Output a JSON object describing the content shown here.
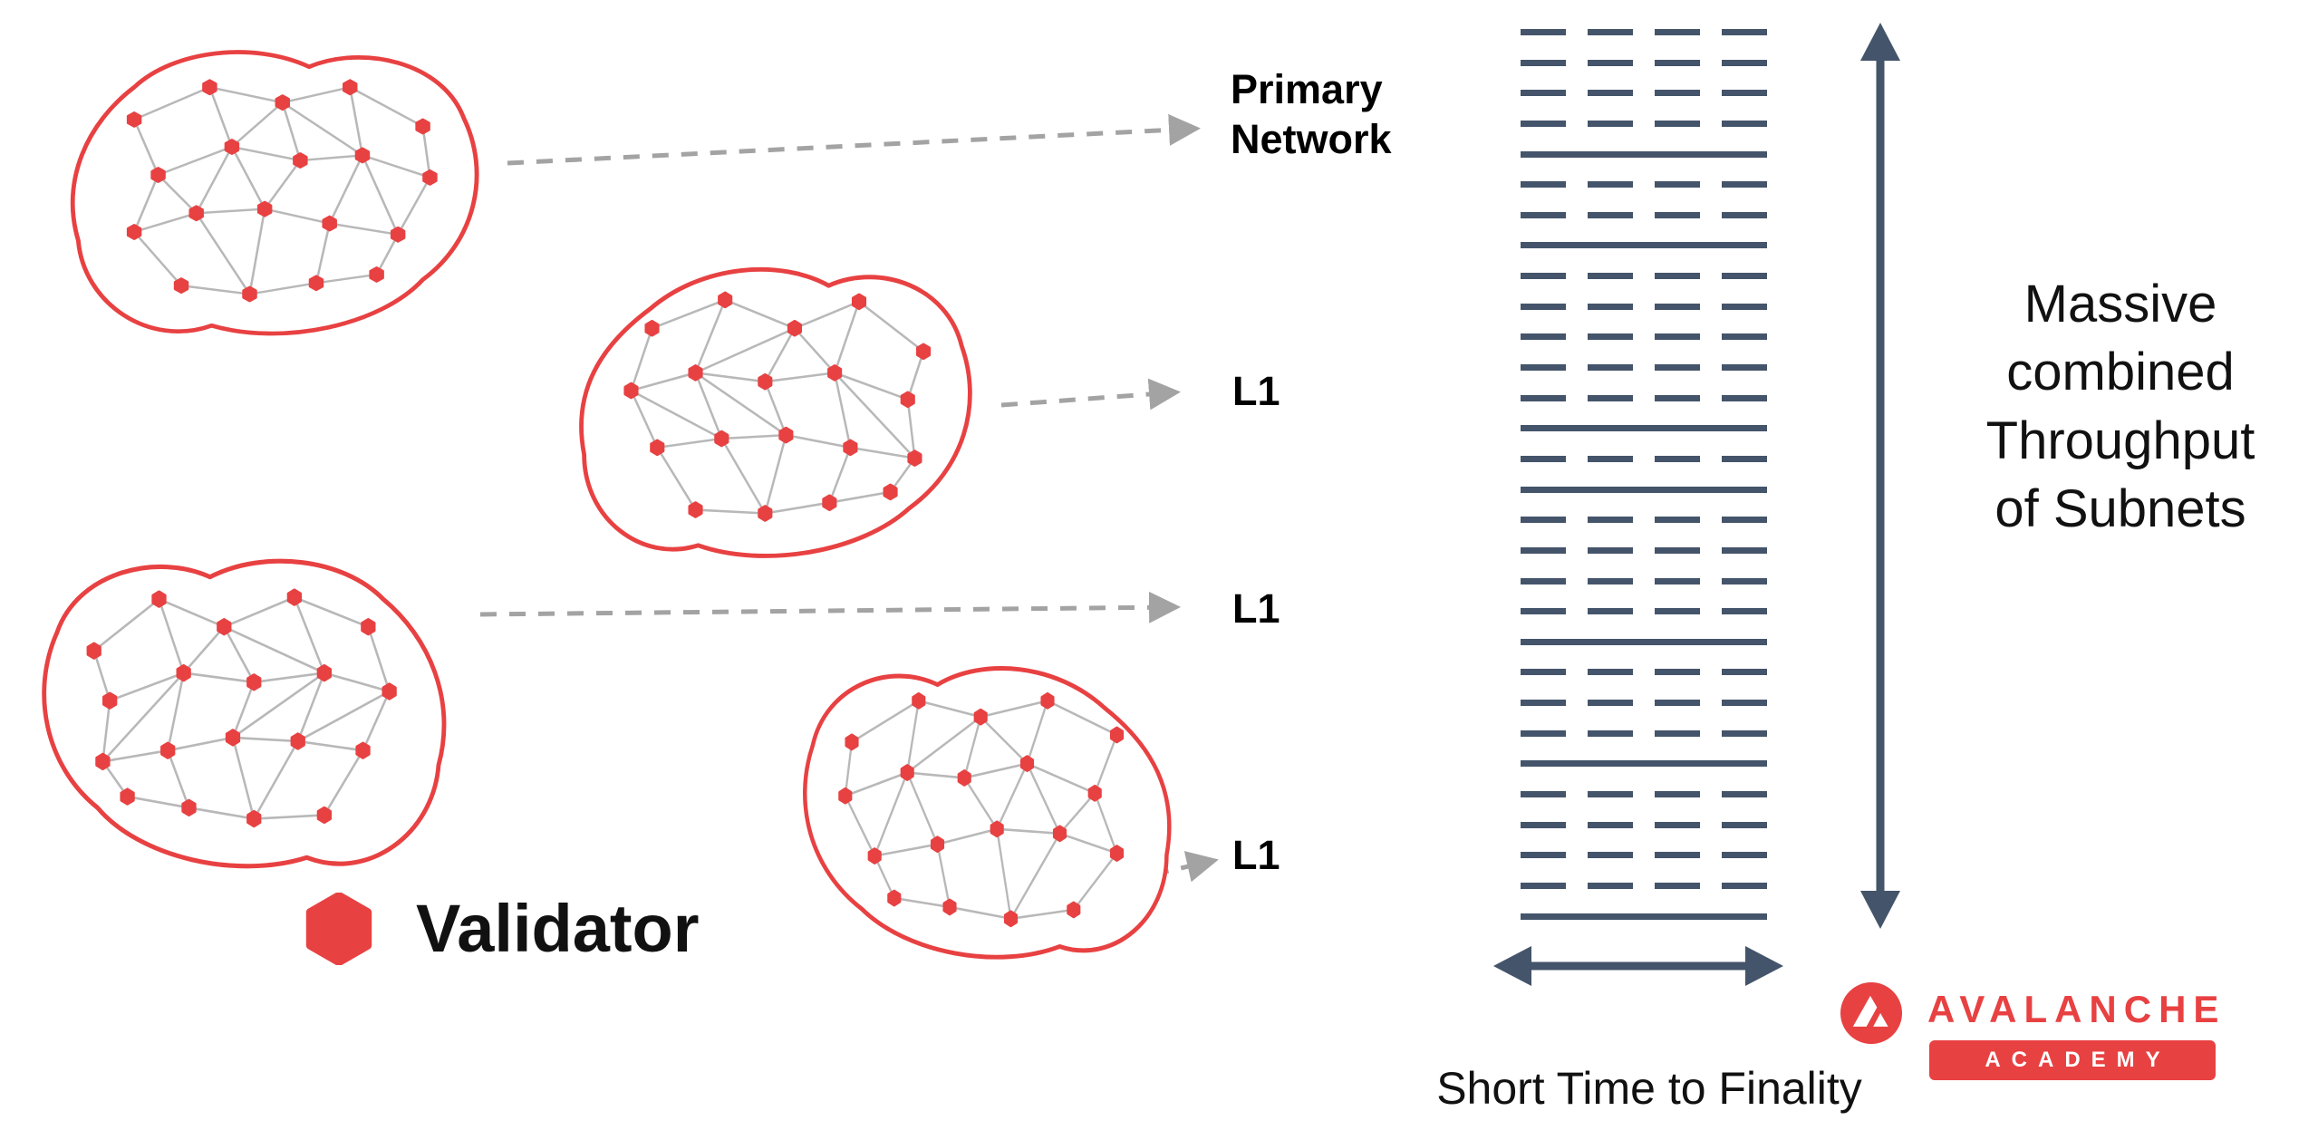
{
  "colors": {
    "red": "#e84142",
    "edge_gray": "#b8b8b8",
    "arrow_gray": "#a3a3a3",
    "slate": "#44546a"
  },
  "labels": {
    "primary_network_line1": "Primary",
    "primary_network_line2": "Network",
    "l1_top": "L1",
    "l1_middle": "L1",
    "l1_bottom": "L1"
  },
  "legend": {
    "validator": "Validator"
  },
  "throughput": {
    "rows": [
      "dashed",
      "dashed",
      "dashed",
      "dashed",
      "solid",
      "dashed",
      "dashed",
      "solid",
      "dashed",
      "dashed",
      "dashed",
      "dashed",
      "dashed",
      "solid",
      "dashed",
      "solid",
      "dashed",
      "dashed",
      "dashed",
      "dashed",
      "solid",
      "dashed",
      "dashed",
      "dashed",
      "solid",
      "dashed",
      "dashed",
      "dashed",
      "dashed",
      "solid"
    ],
    "caption_lines": [
      "Massive",
      "combined",
      "Throughput",
      "of Subnets"
    ],
    "finality_caption": "Short Time to Finality"
  },
  "branding": {
    "name": "AVALANCHE",
    "program": "ACADEMY"
  }
}
